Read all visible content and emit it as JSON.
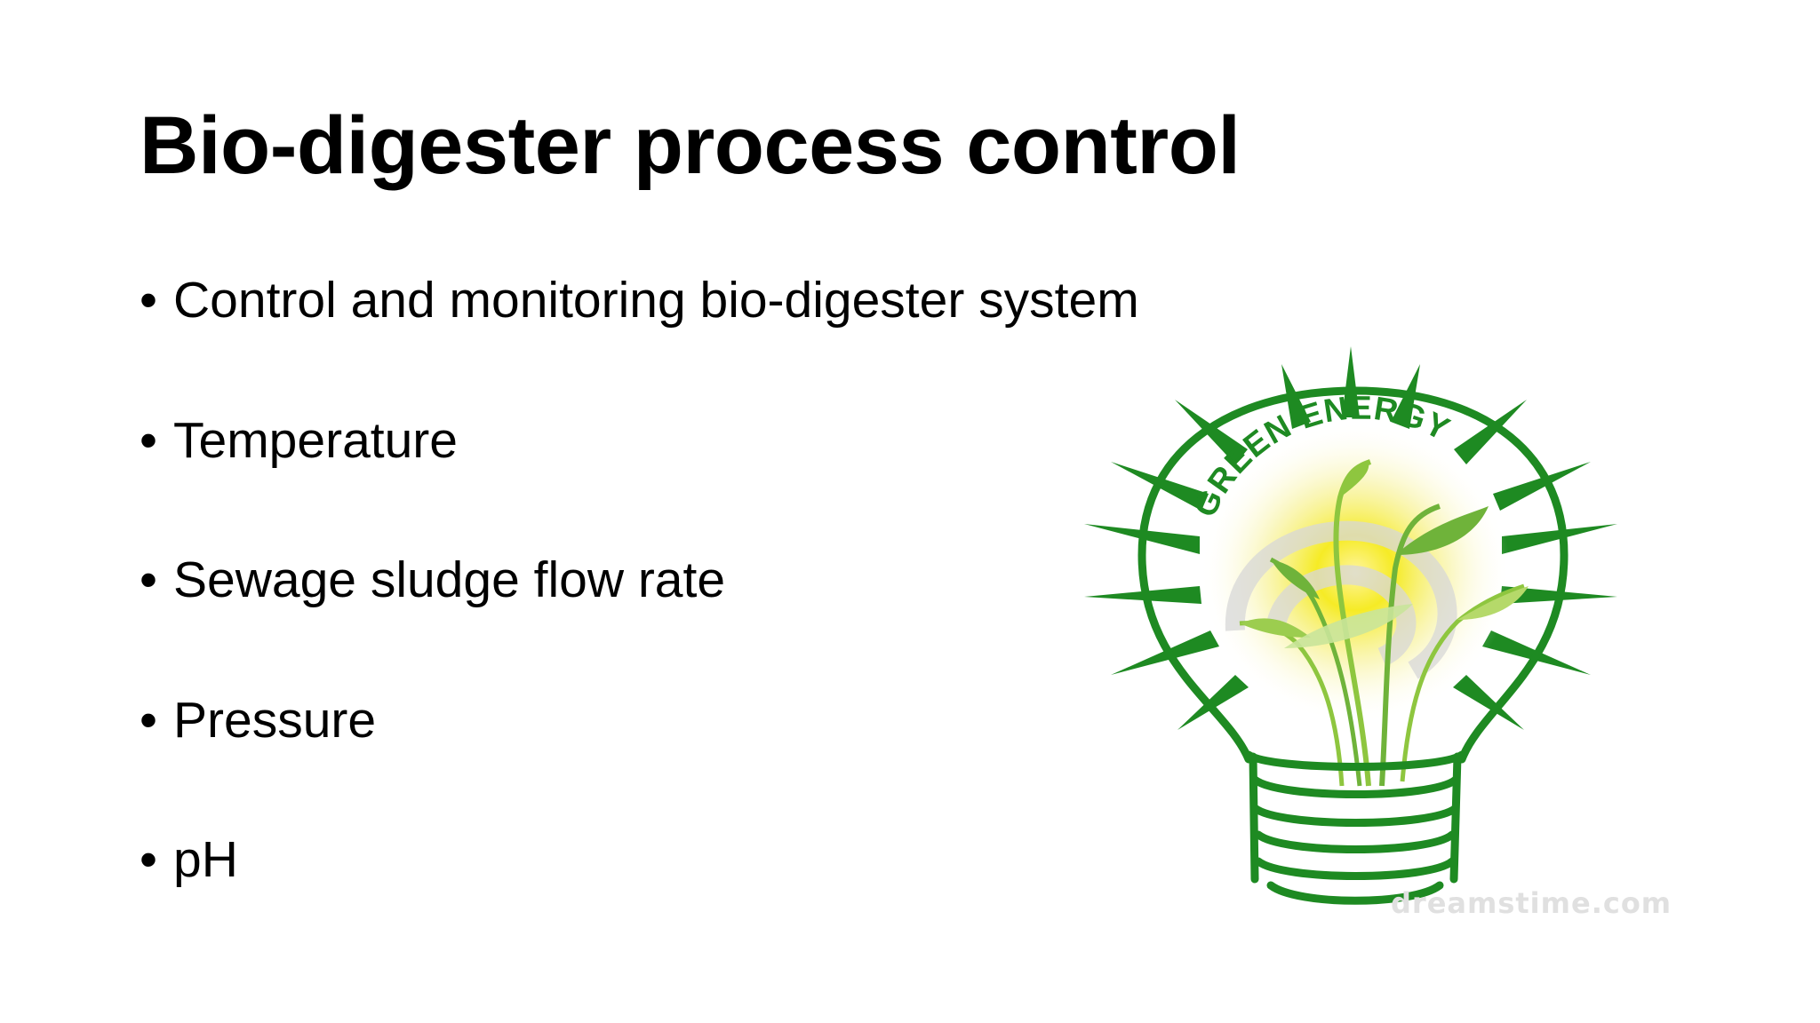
{
  "slide": {
    "title": "Bio-digester process control",
    "bullets": [
      {
        "bullet": "•",
        "text": "Control and monitoring bio-digester system"
      },
      {
        "bullet": "•",
        "text": "Temperature"
      },
      {
        "bullet": "•",
        "text": "Sewage sludge flow rate"
      },
      {
        "bullet": "•",
        "text": "Pressure"
      },
      {
        "bullet": "•",
        "text": "pH"
      }
    ]
  },
  "image": {
    "logo_text": "GREEN ENERGY",
    "watermark": "dreamstime.com",
    "colors": {
      "green": "#1e8a22",
      "glow": "#f5ea1a",
      "leaf": "#8ec63f"
    }
  }
}
